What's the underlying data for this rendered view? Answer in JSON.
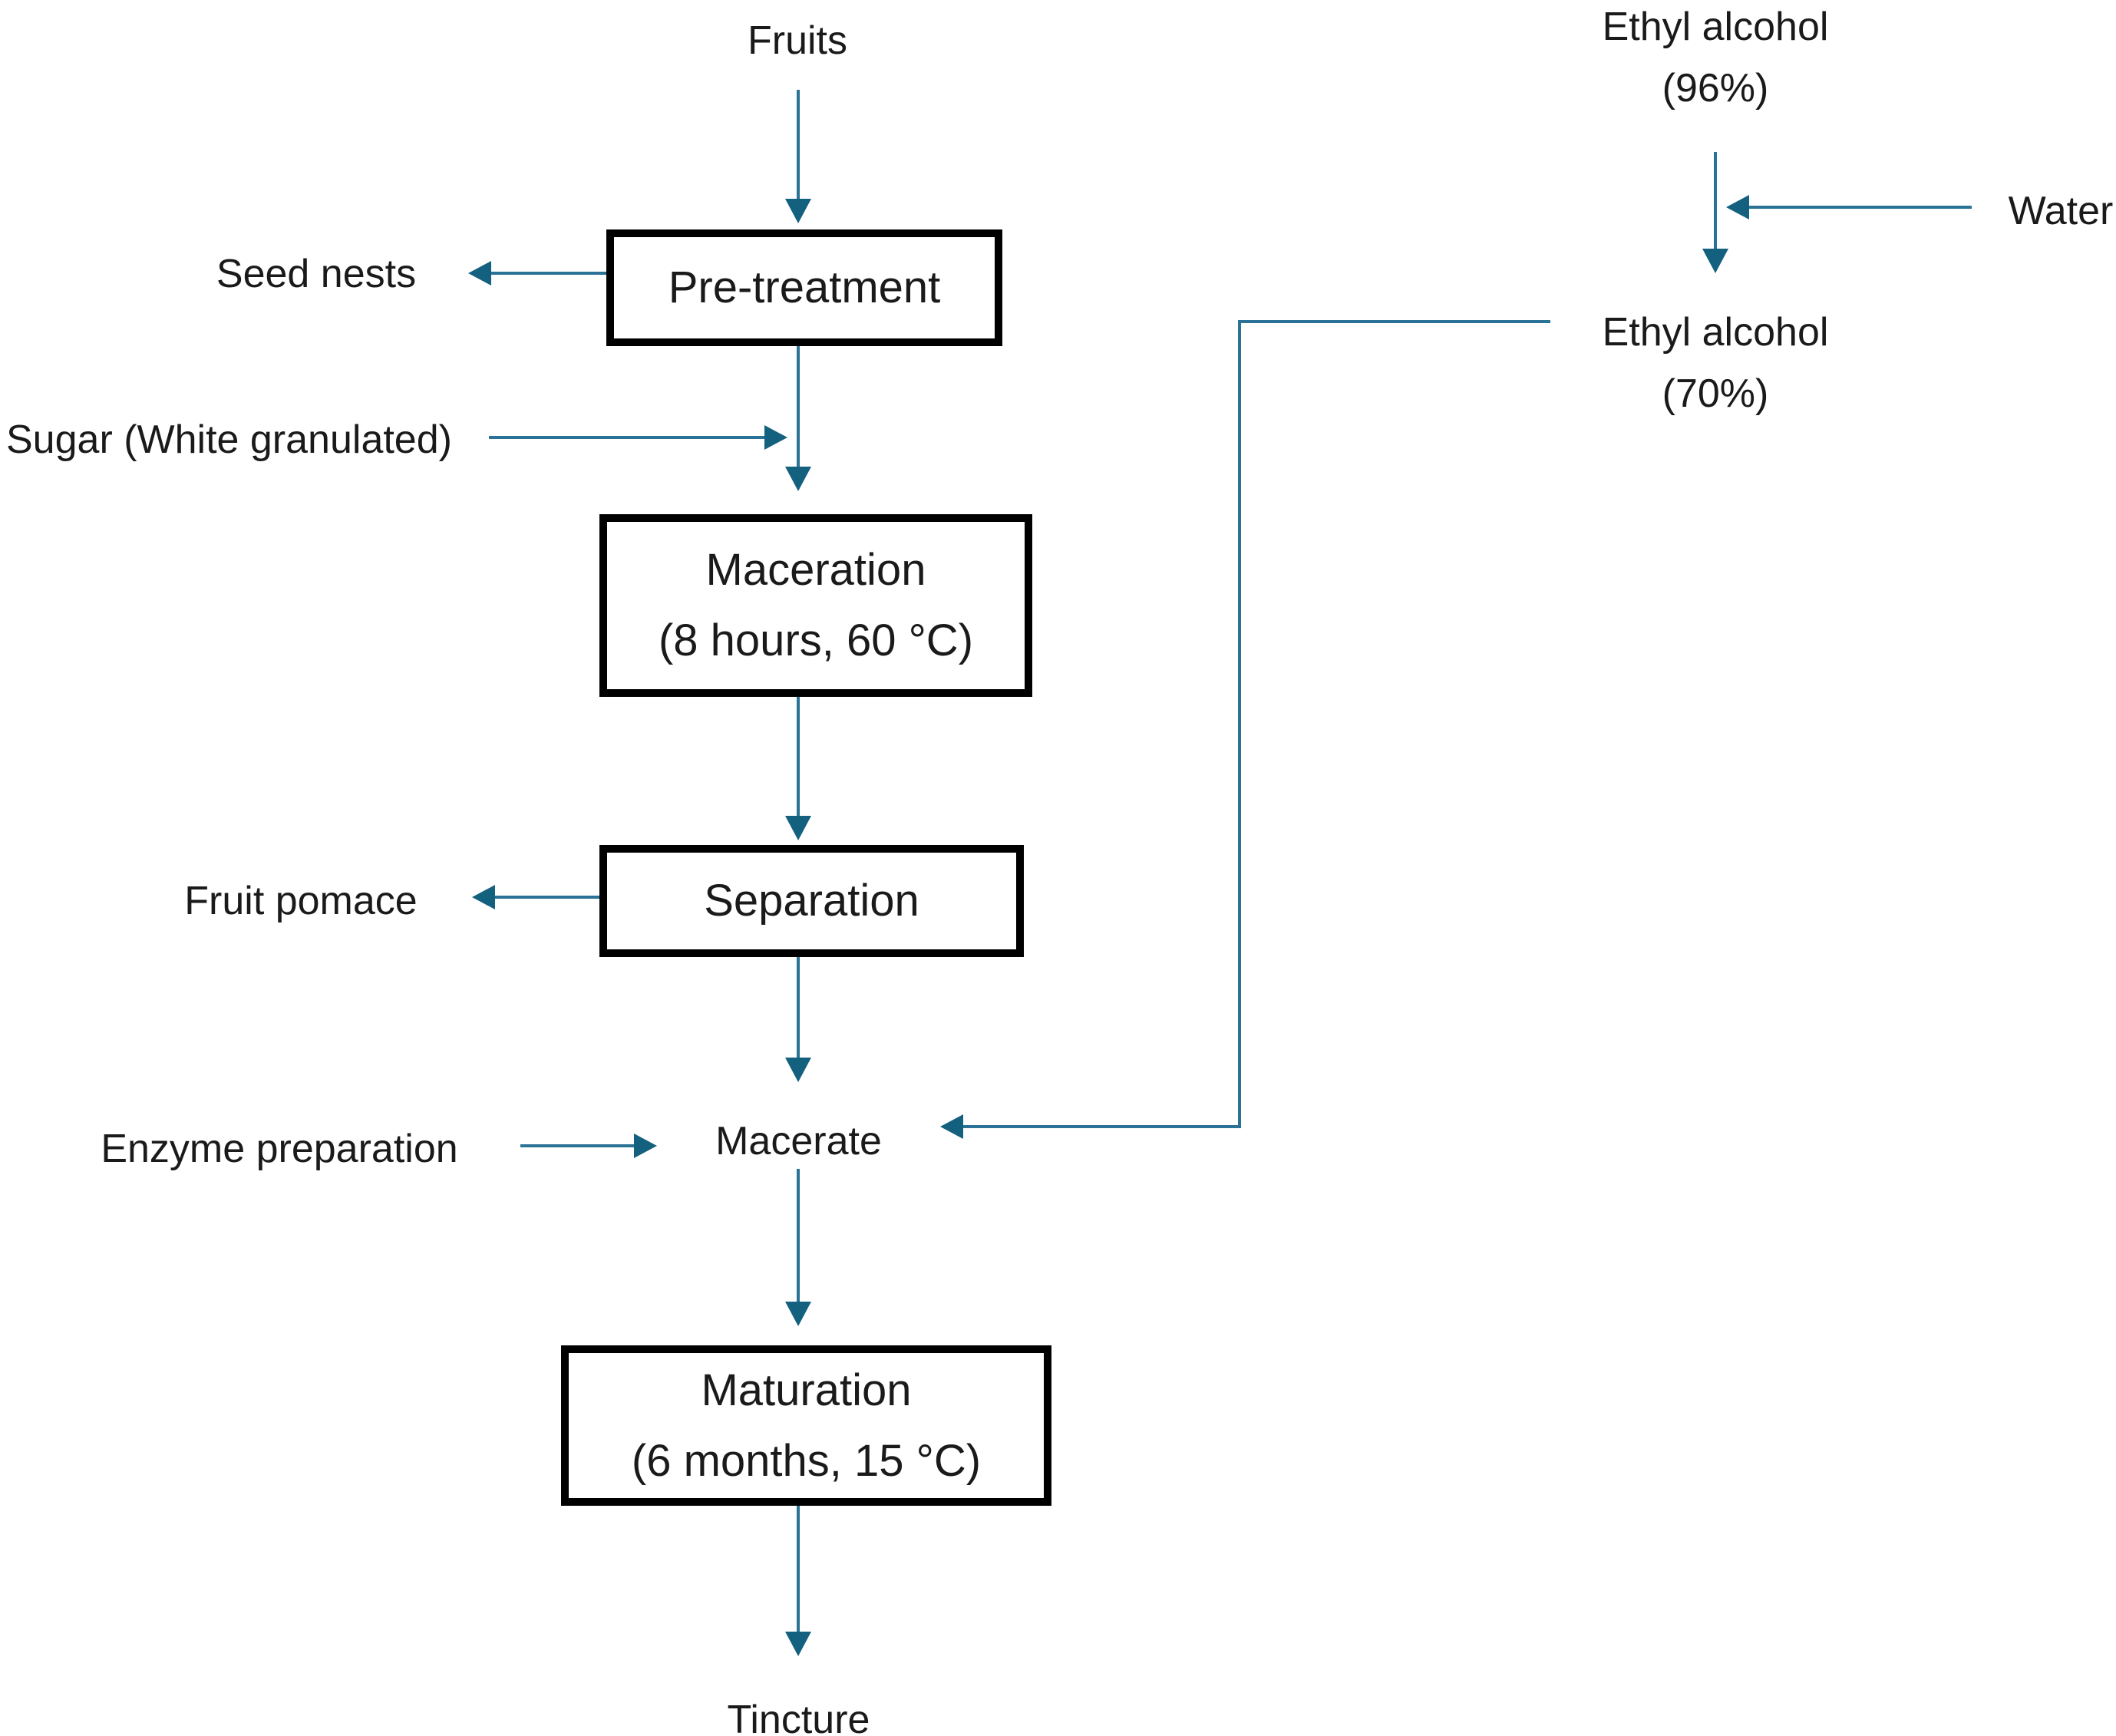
{
  "palette": {
    "line": "#2a7396",
    "arrowhead": "#14607f",
    "box_border": "#000000",
    "text": "#1a1a1a",
    "background": "#ffffff"
  },
  "process_boxes": {
    "pretreatment": {
      "label": "Pre-treatment"
    },
    "maceration": {
      "label": "Maceration",
      "condition": "(8 hours, 60 °C)"
    },
    "separation": {
      "label": "Separation"
    },
    "maturation": {
      "label": "Maturation",
      "condition": "(6 months, 15 °C)"
    }
  },
  "stream_labels": {
    "fruits": "Fruits",
    "seed_nests": "Seed nests",
    "sugar": "Sugar (White granulated)",
    "fruit_pomace": "Fruit pomace",
    "enzyme": "Enzyme preparation",
    "macerate": "Macerate",
    "tincture": "Tincture",
    "water": "Water",
    "ethyl96_name": "Ethyl alcohol",
    "ethyl96_strength": "(96%)",
    "ethyl70_name": "Ethyl alcohol",
    "ethyl70_strength": "(70%)"
  }
}
